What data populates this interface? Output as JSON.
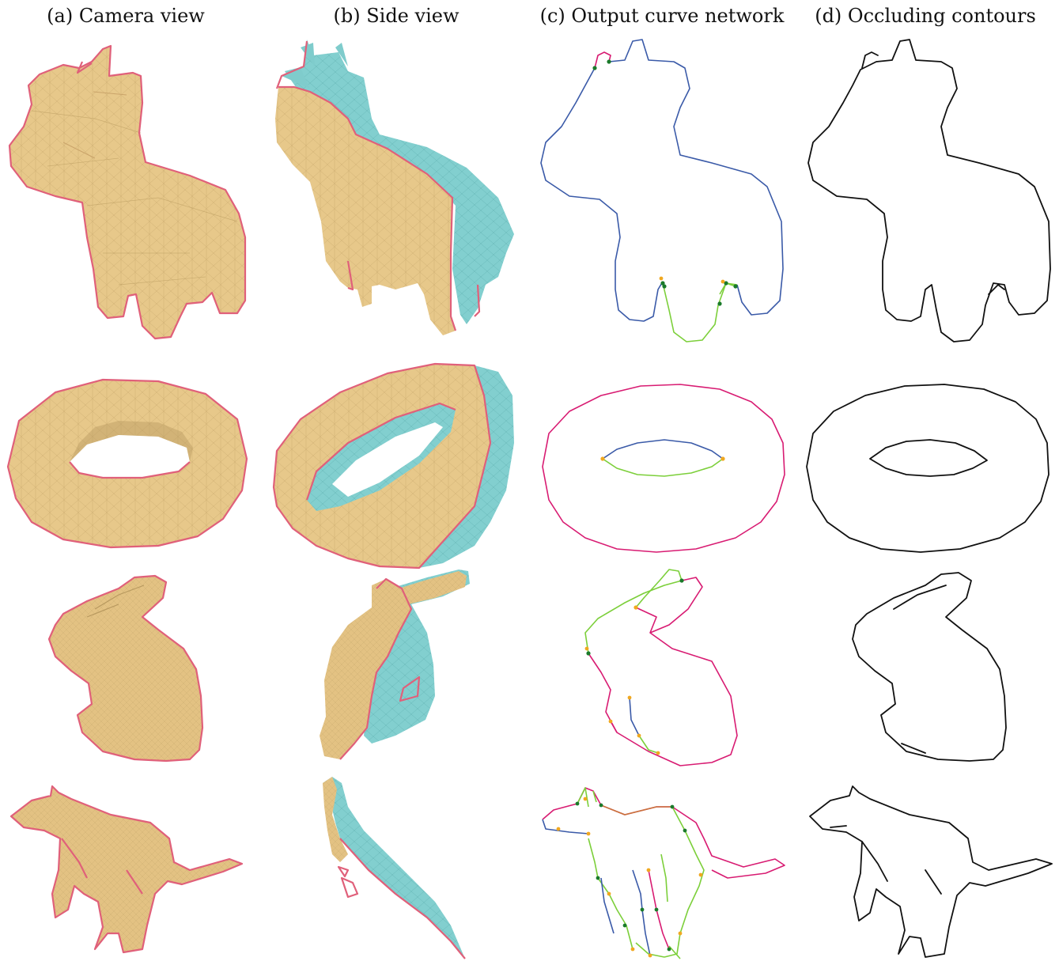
{
  "figure": {
    "columns": [
      {
        "label": "(a) Camera view"
      },
      {
        "label": "(b) Side view"
      },
      {
        "label": "(c) Output curve network"
      },
      {
        "label": "(d) Occluding contours"
      }
    ],
    "rows": [
      "cow",
      "torus",
      "bunny",
      "kangaroo"
    ],
    "colors": {
      "mesh_fill": "#e7c88a",
      "back_fill": "#7fcccc",
      "contour_red": "#e0607a",
      "curve_blue": "#3a5aa8",
      "curve_green": "#7ccf3a",
      "curve_magenta": "#d81b72",
      "curve_orange": "#c9743a",
      "dot_green": "#1a7a2a",
      "dot_orange": "#f0a820"
    }
  }
}
